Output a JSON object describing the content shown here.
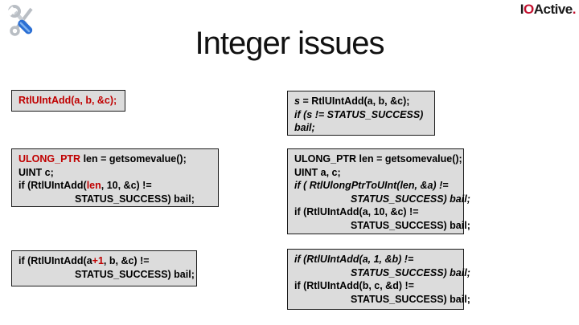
{
  "header": {
    "title": "Integer issues",
    "icon": "tools-icon",
    "logo": {
      "i": "I",
      "o": "O",
      "active": "Active",
      "dot": "."
    }
  },
  "colors": {
    "code_red": "#c00000",
    "logo_red": "#c41230",
    "box_background": "#dcdcdc",
    "box_border": "#1a1a1a"
  },
  "code_boxes": {
    "left_1": {
      "line1_red": "RtlUIntAdd(a, b, &c);"
    },
    "right_1": {
      "line1_s": "s ",
      "line1_rest": "= RtlUIntAdd(a, b, &c);",
      "line2": "if (s != STATUS_SUCCESS)",
      "line3": "bail;"
    },
    "left_2": {
      "line1_type": "ULONG_PTR",
      "line1_rest": " len = getsomevalue();",
      "line2": "UINT c;",
      "line3_a": "if (RtlUIntAdd(",
      "line3_len": "len",
      "line3_b": ", 10, &c) !=",
      "line4": "STATUS_SUCCESS) bail;"
    },
    "right_2": {
      "line1": "ULONG_PTR len = getsomevalue();",
      "line2": "UINT a, c;",
      "line3": "if ( RtlUlongPtrToUInt(len, &a) !=",
      "line4": "STATUS_SUCCESS) bail;",
      "line5": "if (RtlUIntAdd(a, 10, &c) !=",
      "line6": "STATUS_SUCCESS) bail;"
    },
    "left_3": {
      "line1_a": "if (RtlUIntAdd(a",
      "line1_plus1": "+1",
      "line1_b": ", b, &c) !=",
      "line2": "STATUS_SUCCESS) bail;"
    },
    "right_3": {
      "line1": "if (RtlUIntAdd(a, 1, &b) !=",
      "line2": "STATUS_SUCCESS) bail;",
      "line3": "if (RtlUIntAdd(b, c, &d) !=",
      "line4": "STATUS_SUCCESS) bail;"
    }
  }
}
